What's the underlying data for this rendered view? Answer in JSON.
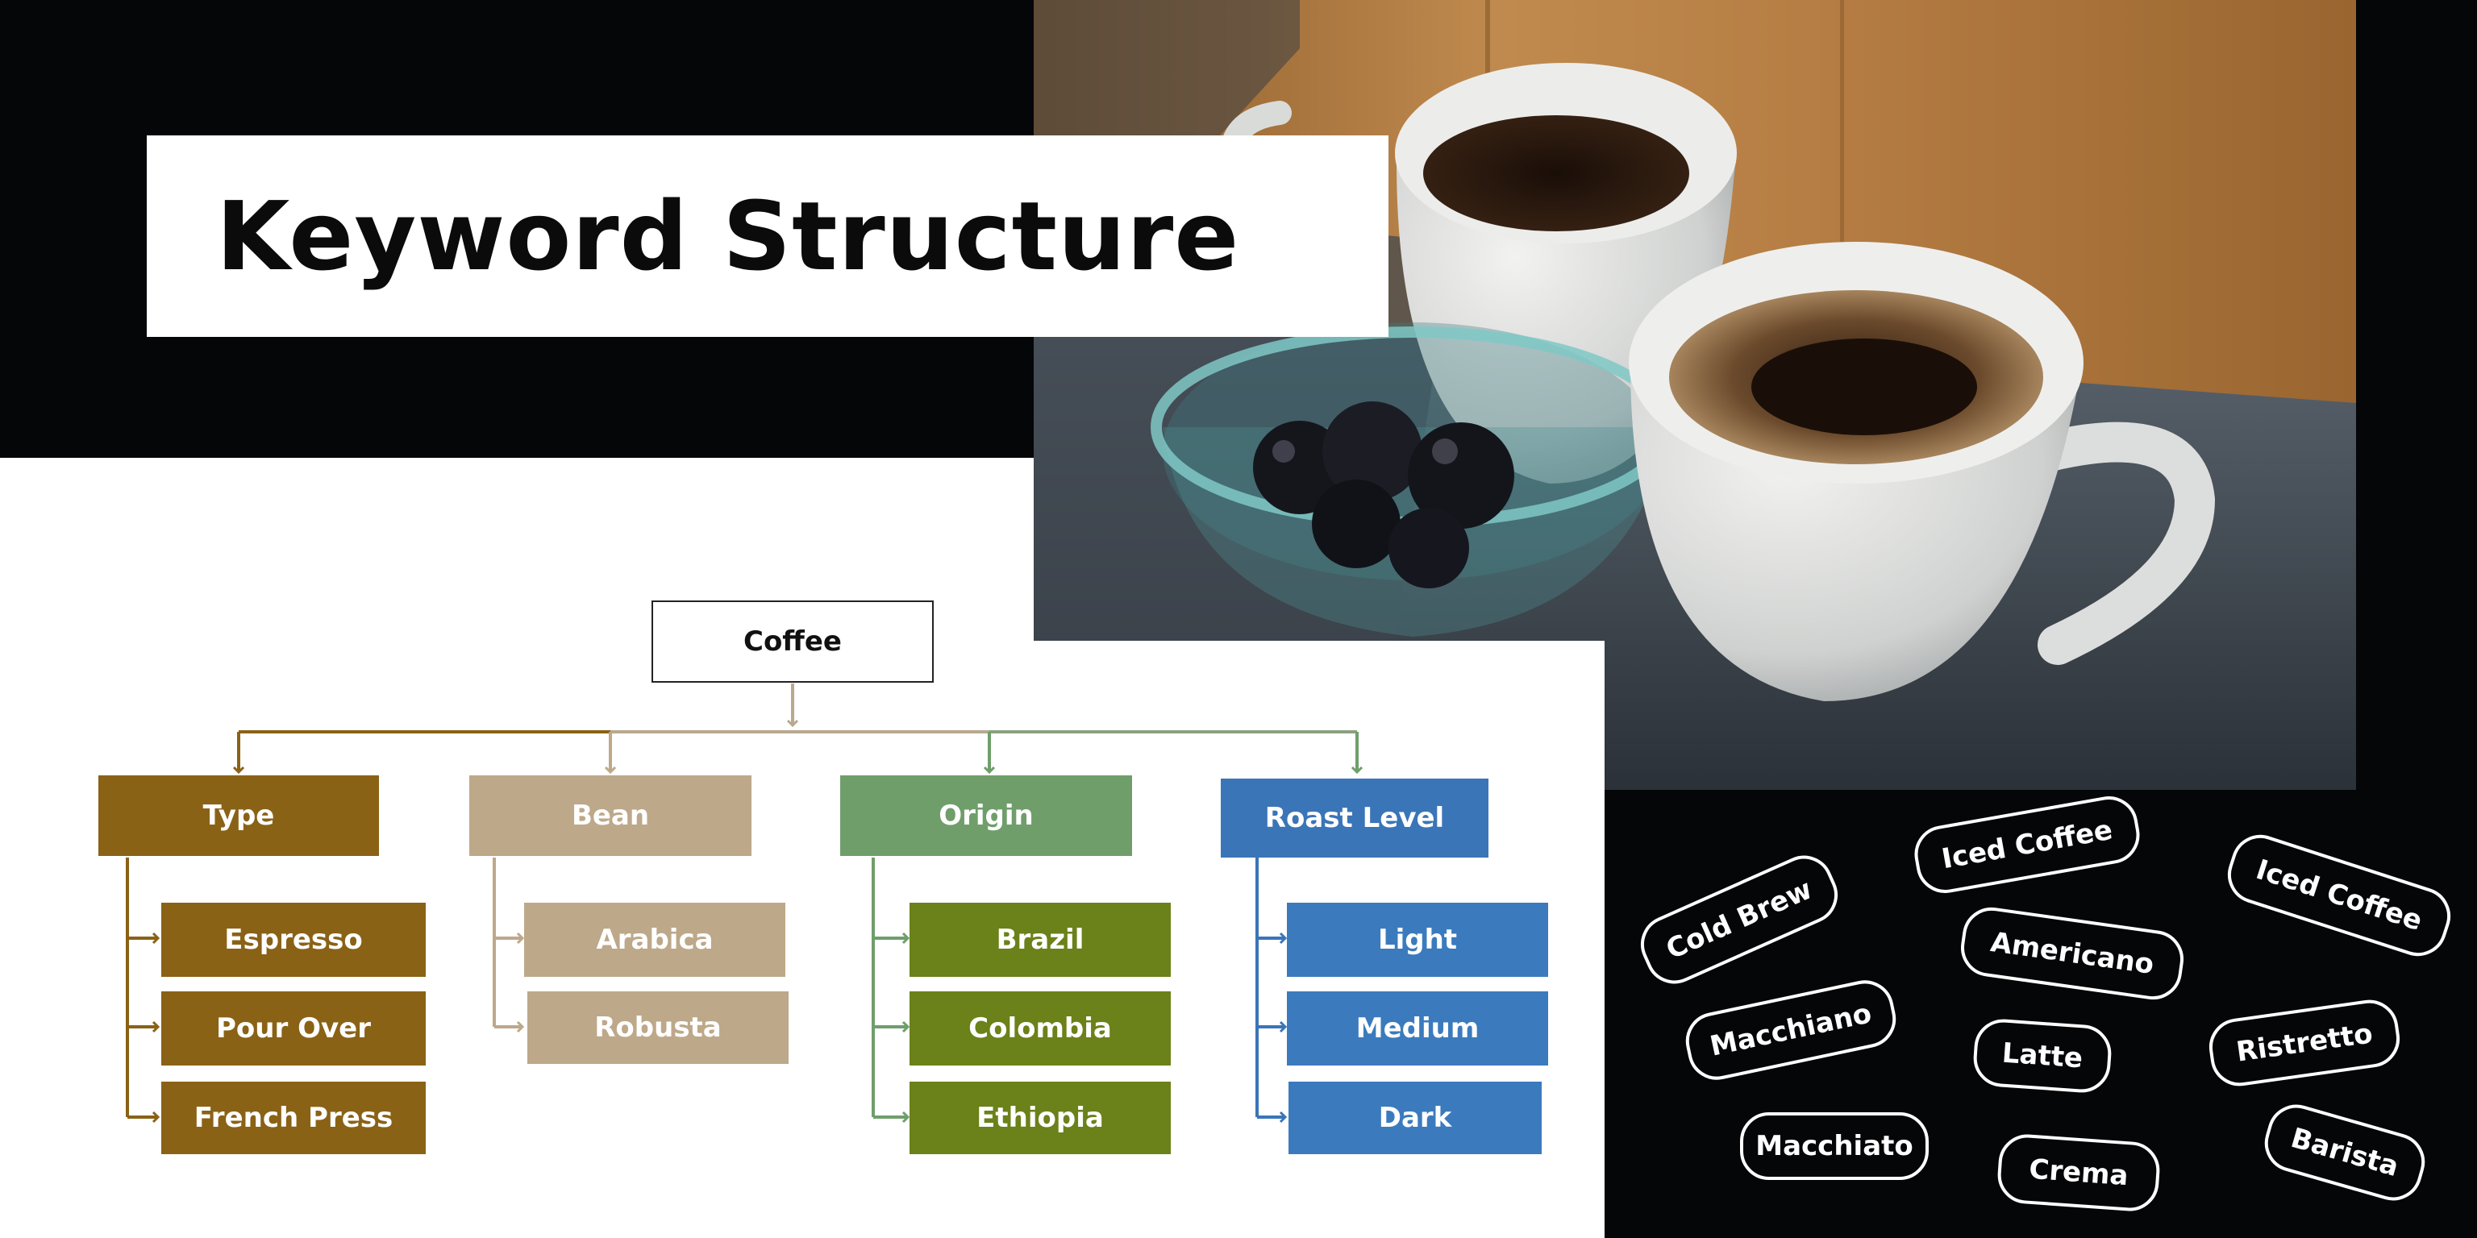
{
  "title": "Keyword Structure",
  "diagram": {
    "root": "Coffee",
    "categories": [
      {
        "label": "Type",
        "color": "#8a6216",
        "children": [
          "Espresso",
          "Pour Over",
          "French Press"
        ]
      },
      {
        "label": "Bean",
        "color": "#bda88a",
        "children": [
          "Arabica",
          "Robusta"
        ]
      },
      {
        "label": "Origin",
        "color": "#6f9e6b",
        "child_color": "#6b8119",
        "children": [
          "Brazil",
          "Colombia",
          "Ethiopia"
        ]
      },
      {
        "label": "Roast Level",
        "color": "#3a75b8",
        "child_color": "#3b7bbd",
        "children": [
          "Light",
          "Medium",
          "Dark"
        ]
      }
    ]
  },
  "keywords": [
    "Cold Brew",
    "Iced Coffee",
    "Iced Coffee",
    "Americano",
    "Macchiano",
    "Latte",
    "Ristretto",
    "Macchiato",
    "Crema",
    "Barista"
  ],
  "colors": {
    "black": "#050608",
    "connector_root": "#b8a98f"
  }
}
